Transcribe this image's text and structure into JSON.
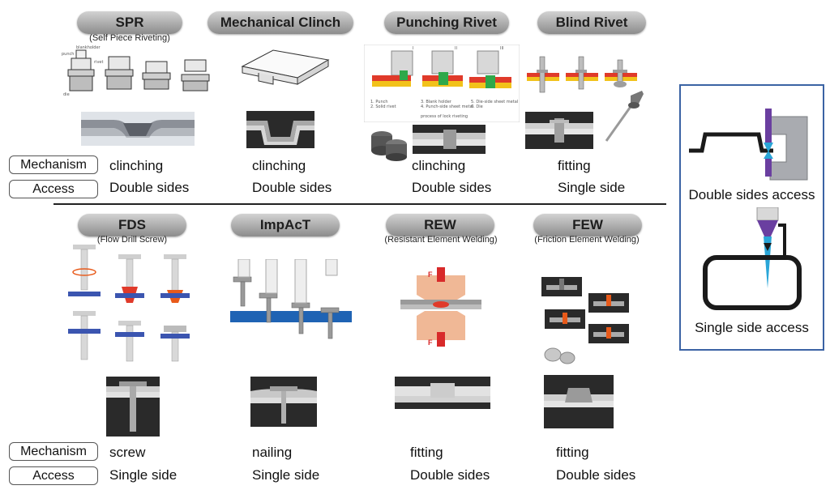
{
  "top_row": [
    {
      "title": "SPR",
      "subtitle": "(Self Piece Riveting)",
      "mechanism": "clinching",
      "access": "Double sides",
      "labels": {
        "punch": "punch",
        "blankholder": "blankholder",
        "rivet": "rivet",
        "die": "die"
      }
    },
    {
      "title": "Mechanical Clinch",
      "subtitle": "",
      "mechanism": "clinching",
      "access": "Double sides"
    },
    {
      "title": "Punching Rivet",
      "subtitle": "",
      "mechanism": "clinching",
      "access": "Double sides",
      "stages": [
        "I",
        "II",
        "III"
      ],
      "legend": [
        "1. Punch",
        "2. Solid rivet",
        "3. Blank holder",
        "4. Punch-side sheet metal",
        "5. Die-side sheet metal",
        "6. Die"
      ],
      "caption": "process of lock riveting"
    },
    {
      "title": "Blind Rivet",
      "subtitle": "",
      "mechanism": "fitting",
      "access": "Single side"
    }
  ],
  "bottom_row": [
    {
      "title": "FDS",
      "subtitle": "(Flow Drill Screw)",
      "mechanism": "screw",
      "access": "Single side"
    },
    {
      "title": "ImpAcT",
      "subtitle": "",
      "mechanism": "nailing",
      "access": "Single side"
    },
    {
      "title": "REW",
      "subtitle": "(Resistant Element Welding)",
      "mechanism": "fitting",
      "access": "Double sides",
      "force_label": "F"
    },
    {
      "title": "FEW",
      "subtitle": "(Friction Element Welding)",
      "mechanism": "fitting",
      "access": "Double sides"
    }
  ],
  "row_labels": {
    "mechanism": "Mechanism",
    "access": "Access"
  },
  "side_panel": {
    "double_caption": "Double sides access",
    "single_caption": "Single side access"
  },
  "colors": {
    "pill_top": "#d2d2d2",
    "pill_bottom": "#8c8c8c",
    "panel_border": "#3b63a4",
    "sheet_blue": "#1f63b4",
    "bond_red": "#e03a2a",
    "bond_yellow": "#f2c21a",
    "bond_green": "#2fa84a",
    "fixture_purple": "#6a3fa0"
  }
}
